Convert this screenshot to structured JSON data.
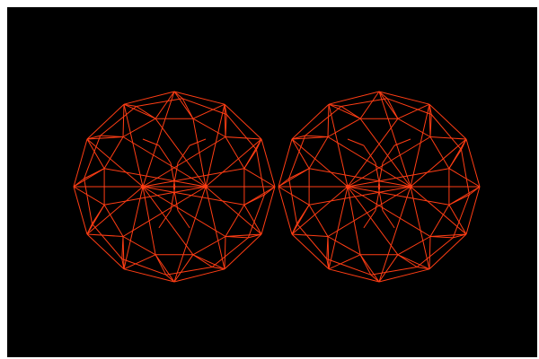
{
  "scene": {
    "background_color": "#000000",
    "page_color": "#ffffff",
    "stroke_color": "#ff3d14",
    "vertex_color": "#ff3d14",
    "objects": [
      {
        "name": "left-wireframe-gem",
        "kind": "wireframe-polyhedron"
      },
      {
        "name": "right-wireframe-gem",
        "kind": "wireframe-polyhedron"
      }
    ]
  }
}
